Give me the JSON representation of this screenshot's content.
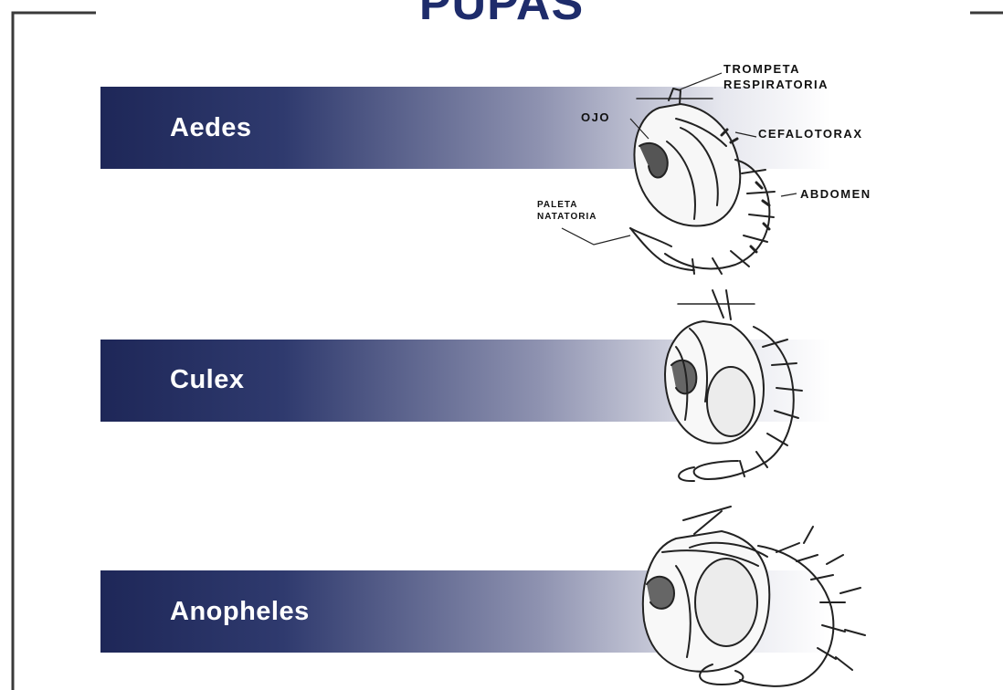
{
  "title": "PUPAS",
  "colors": {
    "title": "#1e2c6b",
    "band_dark": "#1e2758",
    "frame": "#3a3a3a",
    "drawing": "#222222"
  },
  "rows": [
    {
      "name": "Aedes"
    },
    {
      "name": "Culex"
    },
    {
      "name": "Anopheles"
    }
  ],
  "labels": {
    "trompeta_1": "TROMPETA",
    "trompeta_2": "RESPIRATORIA",
    "ojo": "OJO",
    "cefalotorax": "CEFALOTORAX",
    "abdomen": "ABDOMEN",
    "paleta_1": "PALETA",
    "paleta_2": "NATATORIA"
  }
}
